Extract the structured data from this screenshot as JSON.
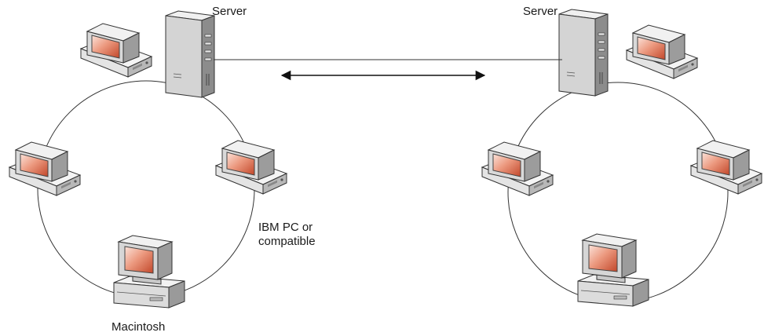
{
  "labels": {
    "server_left": "Server",
    "server_right": "Server",
    "ibm_line1": "IBM PC or",
    "ibm_line2": "compatible",
    "macintosh": "Macintosh"
  },
  "colors": {
    "screen_light": "#f7d0c4",
    "screen_dark": "#d35a3a",
    "case_front": "#e7e7e7",
    "case_top": "#f4f4f4",
    "case_side": "#b5b5b5",
    "tower_front": "#d2d2d2",
    "tower_side": "#8f8f8f",
    "outline": "#333333"
  },
  "icons": [
    "pc-icon",
    "server-icon",
    "macintosh-icon",
    "double-arrow-icon"
  ]
}
